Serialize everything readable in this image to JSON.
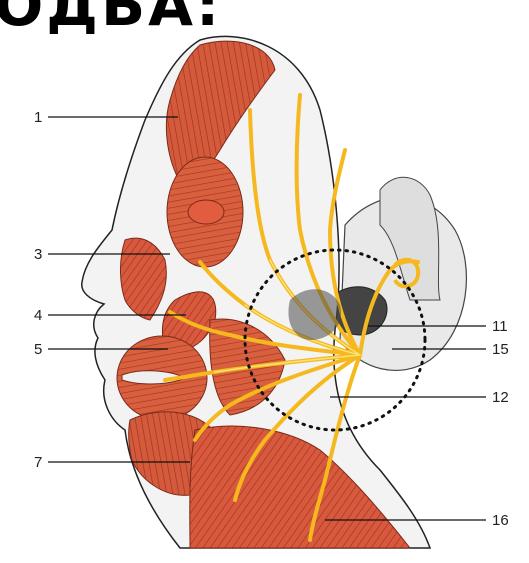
{
  "header": {
    "title_fragment": "ОДБА:"
  },
  "labels": {
    "l1": "1",
    "l3": "3",
    "l4": "4",
    "l5": "5",
    "l7": "7",
    "l11": "11",
    "l15": "15",
    "l12": "12",
    "l16": "16"
  },
  "colors": {
    "muscle": "#d85a3e",
    "muscle_dark": "#a83420",
    "nerve": "#f5b81e",
    "nerve_edge": "#d48f08",
    "outline": "#333333",
    "skin_shadow": "#dcdcdc",
    "ear_bg": "#ededed"
  }
}
